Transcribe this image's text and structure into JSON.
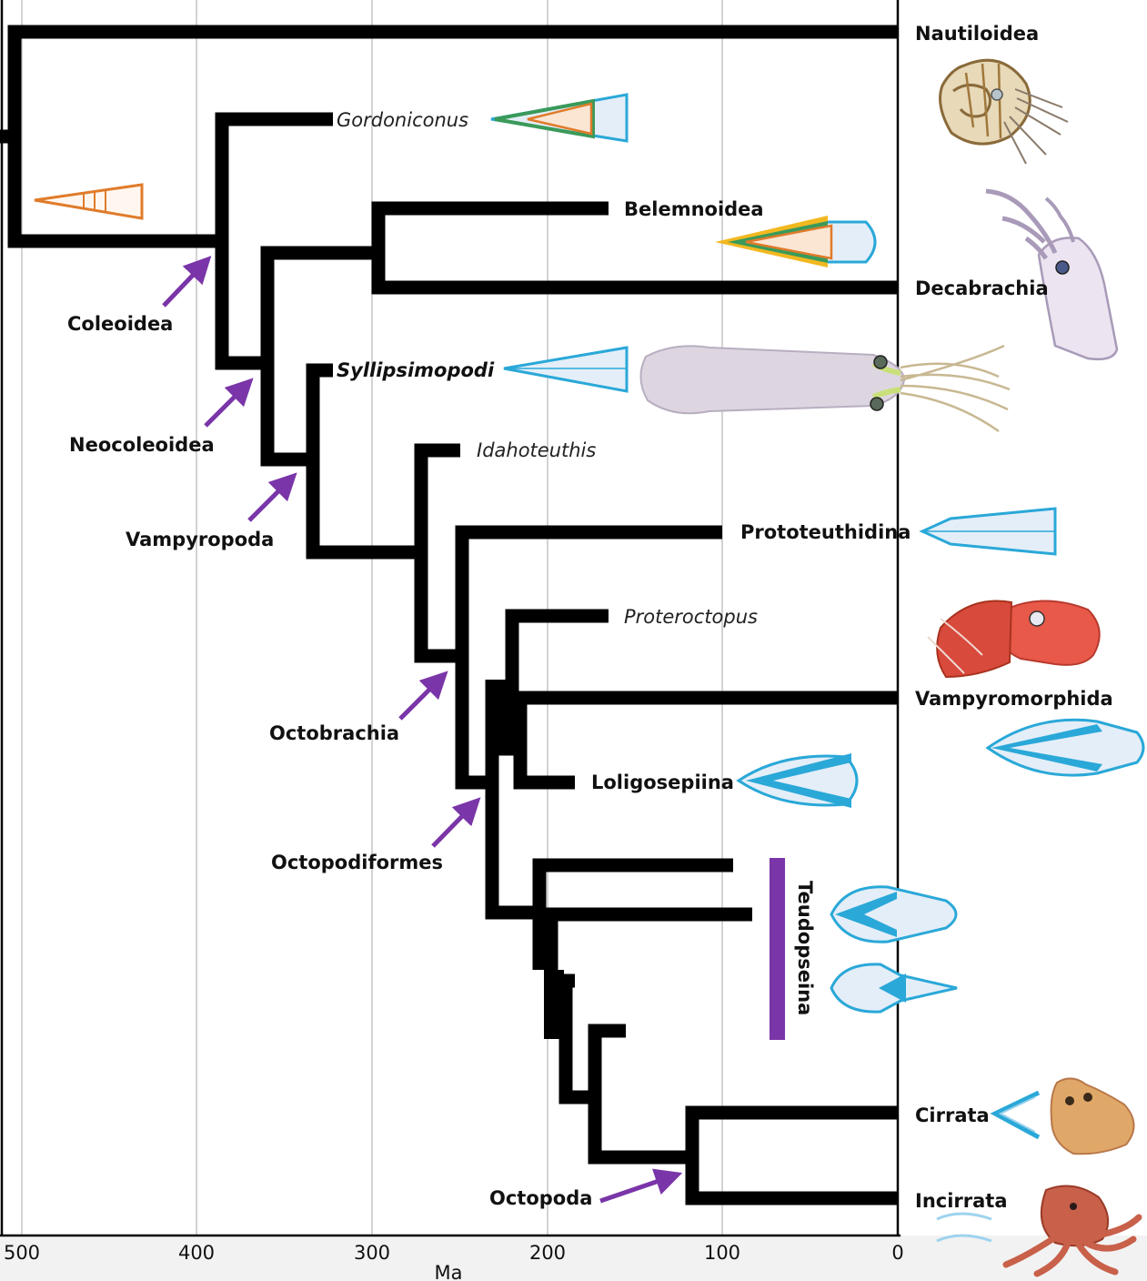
{
  "axis": {
    "label": "Ma",
    "ticks": [
      "500",
      "400",
      "300",
      "200",
      "100",
      "0"
    ]
  },
  "taxa": {
    "nautiloidea": "Nautiloidea",
    "gordoniconus": "Gordoniconus",
    "belemnoidea": "Belemnoidea",
    "decabrachia": "Decabrachia",
    "syllipsimopodi": "Syllipsimopodi",
    "idahoteuthis": "Idahoteuthis",
    "prototeuthidina": "Prototeuthidina",
    "proteroctopus": "Proteroctopus",
    "vampyromorphida": "Vampyromorphida",
    "loligosepiina": "Loligosepiina",
    "teudopseina": "Teudopseina",
    "cirrata": "Cirrata",
    "incirrata": "Incirrata"
  },
  "clades": {
    "coleoidea": "Coleoidea",
    "neocoleoidea": "Neocoleoidea",
    "vampyropoda": "Vampyropoda",
    "octobrachia": "Octobrachia",
    "octopodiformes": "Octopodiformes",
    "octopoda": "Octopoda"
  },
  "colors": {
    "branch": "#000000",
    "arrow": "#7a35a8",
    "shell_orange": "#e07b2a",
    "shell_blue": "#2aa8d8",
    "shell_fill": "#e4eef8",
    "shell_green": "#3a9a5a",
    "shell_yellow": "#f2b820",
    "grid": "#c8c8c8"
  },
  "icons": {
    "nautilus": "nautilus-illustration",
    "squid_decabrachia": "squid-illustration",
    "squid_syllipsimopodi": "syllipsimopodi-illustration",
    "vampyroteuthis": "vampire-squid-illustration",
    "cirrate": "dumbo-octopus-illustration",
    "incirrate": "octopus-illustration"
  }
}
